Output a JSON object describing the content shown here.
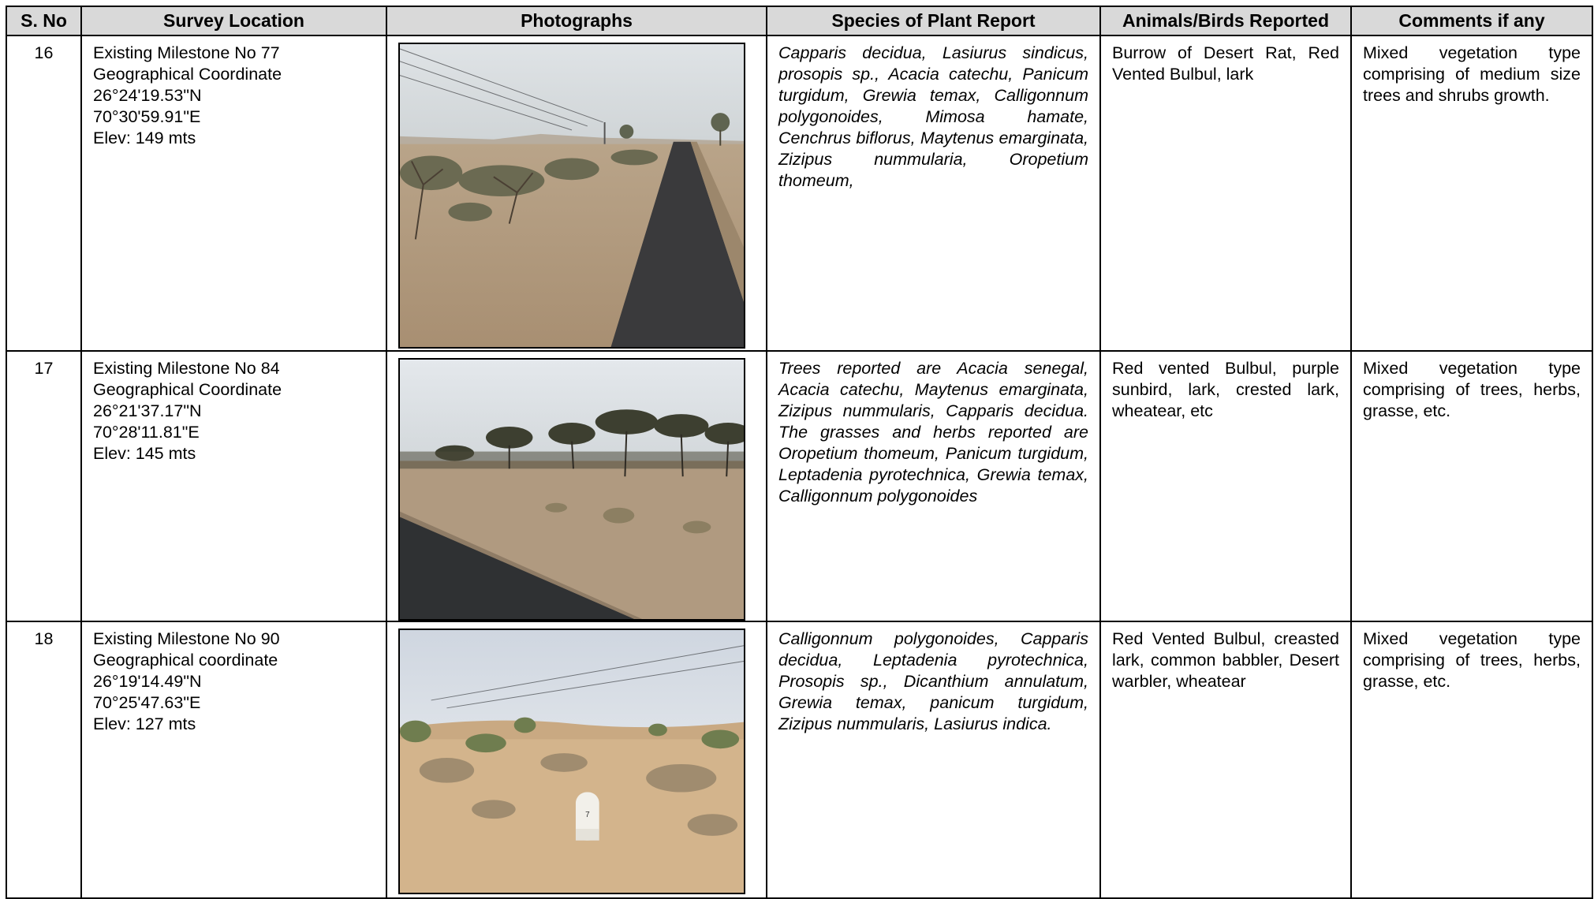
{
  "headers": {
    "sno": "S. No",
    "location": "Survey Location",
    "photos": "Photographs",
    "species": "Species of Plant Report",
    "animals": "Animals/Birds Reported",
    "comments": "Comments if any"
  },
  "rows": [
    {
      "sno": "16",
      "location": [
        "Existing Milestone No 77",
        "Geographical Coordinate",
        " 26°24'19.53\"N",
        "70°30'59.91\"E",
        "Elev: 149 mts"
      ],
      "photo_icon": "desert-road-photo",
      "species": "Capparis decidua, Lasiurus sindicus, prosopis sp., Acacia catechu, Panicum turgidum, Grewia temax, Calligonnum polygonoides, Mimosa hamate, Cenchrus biflorus, Maytenus emarginata, Zizipus nummularia, Oropetium thomeum,",
      "animals": "Burrow of Desert Rat, Red Vented Bulbul, lark",
      "comments": "Mixed vegetation type comprising of medium size trees and shrubs growth."
    },
    {
      "sno": "17",
      "location": [
        "Existing Milestone No 84",
        "Geographical Coordinate",
        "26°21'37.17\"N",
        "70°28'11.81\"E",
        "Elev: 145 mts"
      ],
      "photo_icon": "acacia-scrubland-photo",
      "species": "Trees reported are Acacia senegal, Acacia catechu, Maytenus emarginata, Zizipus nummularis, Capparis decidua. The grasses and herbs reported are Oropetium thomeum, Panicum turgidum, Leptadenia pyrotechnica, Grewia temax, Calligonnum polygonoides",
      "animals": "Red vented Bulbul, purple sunbird, lark, crested lark, wheatear, etc",
      "comments": "Mixed vegetation type comprising of trees, herbs, grasse, etc."
    },
    {
      "sno": "18",
      "location": [
        "Existing Milestone No 90",
        "Geographical coordinate",
        "26°19'14.49\"N",
        "70°25'47.63\"E",
        "Elev: 127 mts"
      ],
      "photo_icon": "sand-dune-milestone-photo",
      "species": "Calligonnum polygonoides, Capparis decidua, Leptadenia pyrotechnica, Prosopis sp., Dicanthium annulatum, Grewia temax, panicum turgidum, Zizipus nummularis, Lasiurus indica.",
      "animals": "Red Vented Bulbul, creasted lark, common babbler, Desert warbler, wheatear",
      "comments": "Mixed vegetation type comprising of trees, herbs, grasse, etc."
    }
  ]
}
